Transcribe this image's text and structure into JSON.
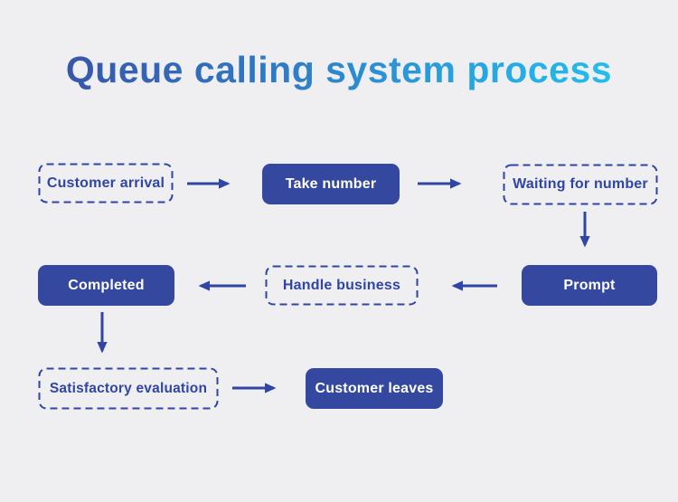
{
  "title": {
    "text": "Queue calling system process"
  },
  "colors": {
    "background": "#efeef1",
    "solid_node_fill": "#35489f",
    "outline_and_arrow_blue": "#2f46a4",
    "solid_node_text": "#ffffff",
    "title_gradient_start": "#3a4fa4",
    "title_gradient_mid": "#2e7cc6",
    "title_gradient_end": "#22c3f2"
  },
  "nodes": {
    "customer_arrival": {
      "label": "Customer arrival",
      "style": "dashed"
    },
    "take_number": {
      "label": "Take number",
      "style": "solid"
    },
    "waiting_for_number": {
      "label": "Waiting for number",
      "style": "dashed"
    },
    "prompt": {
      "label": "Prompt",
      "style": "solid"
    },
    "handle_business": {
      "label": "Handle business",
      "style": "dashed"
    },
    "completed": {
      "label": "Completed",
      "style": "solid"
    },
    "satisfactory_evaluation": {
      "label": "Satisfactory evaluation",
      "style": "dashed"
    },
    "customer_leaves": {
      "label": "Customer leaves",
      "style": "solid"
    }
  },
  "flow": [
    {
      "from": "customer_arrival",
      "to": "take_number"
    },
    {
      "from": "take_number",
      "to": "waiting_for_number"
    },
    {
      "from": "waiting_for_number",
      "to": "prompt"
    },
    {
      "from": "prompt",
      "to": "handle_business"
    },
    {
      "from": "handle_business",
      "to": "completed"
    },
    {
      "from": "completed",
      "to": "satisfactory_evaluation"
    },
    {
      "from": "satisfactory_evaluation",
      "to": "customer_leaves"
    }
  ]
}
